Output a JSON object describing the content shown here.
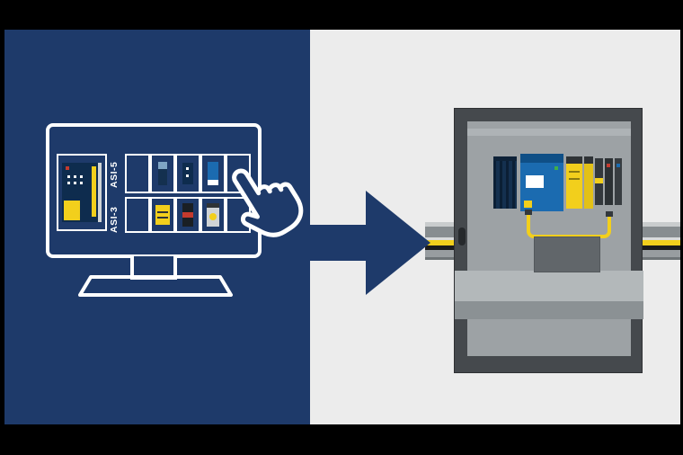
{
  "labels": {
    "asi5": "ASI-5",
    "asi3": "ASI-3"
  },
  "scene": {
    "left_panel": "product selection software on monitor with cursor hand",
    "arrow": "right-pointing transition arrow",
    "right_panel": "control cabinet with installed modules and cable duct"
  },
  "colors": {
    "black": "#000000",
    "white": "#ffffff",
    "panel_blue": "#1e3a6a",
    "panel_gray": "#ececec",
    "yellow": "#f2cf1c",
    "module_blue": "#1b6bb0",
    "module_navy": "#14304f",
    "deep_navy": "#0e2c4e",
    "cabinet_outer": "#45494d",
    "cabinet_panel": "#9da2a5",
    "panel_light": "#b3b8ba",
    "panel_dark": "#8b9194",
    "cutout_gray": "#61666a",
    "duct_top": "#c9cccd",
    "duct_gray": "#878d90",
    "duct_light": "#d9dbdc",
    "duct_mid": "#989da0",
    "duct_edge": "#6e7477",
    "near_black": "#1b1b1b",
    "dark_module": "#33383c",
    "red": "#c43a2e",
    "green": "#3fae4a",
    "gray_light": "#cfd3d6"
  }
}
